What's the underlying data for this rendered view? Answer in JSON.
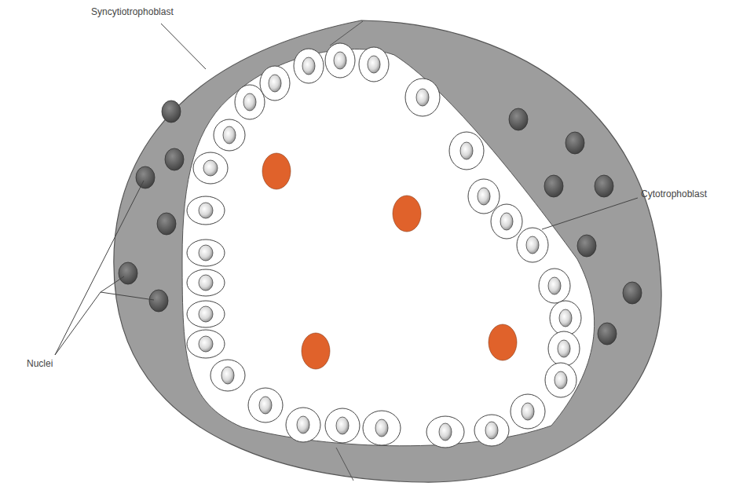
{
  "diagram": {
    "labels": [
      "Syncytiotrophoblast",
      "Cytotrophoblast",
      "Nuclei"
    ]
  }
}
